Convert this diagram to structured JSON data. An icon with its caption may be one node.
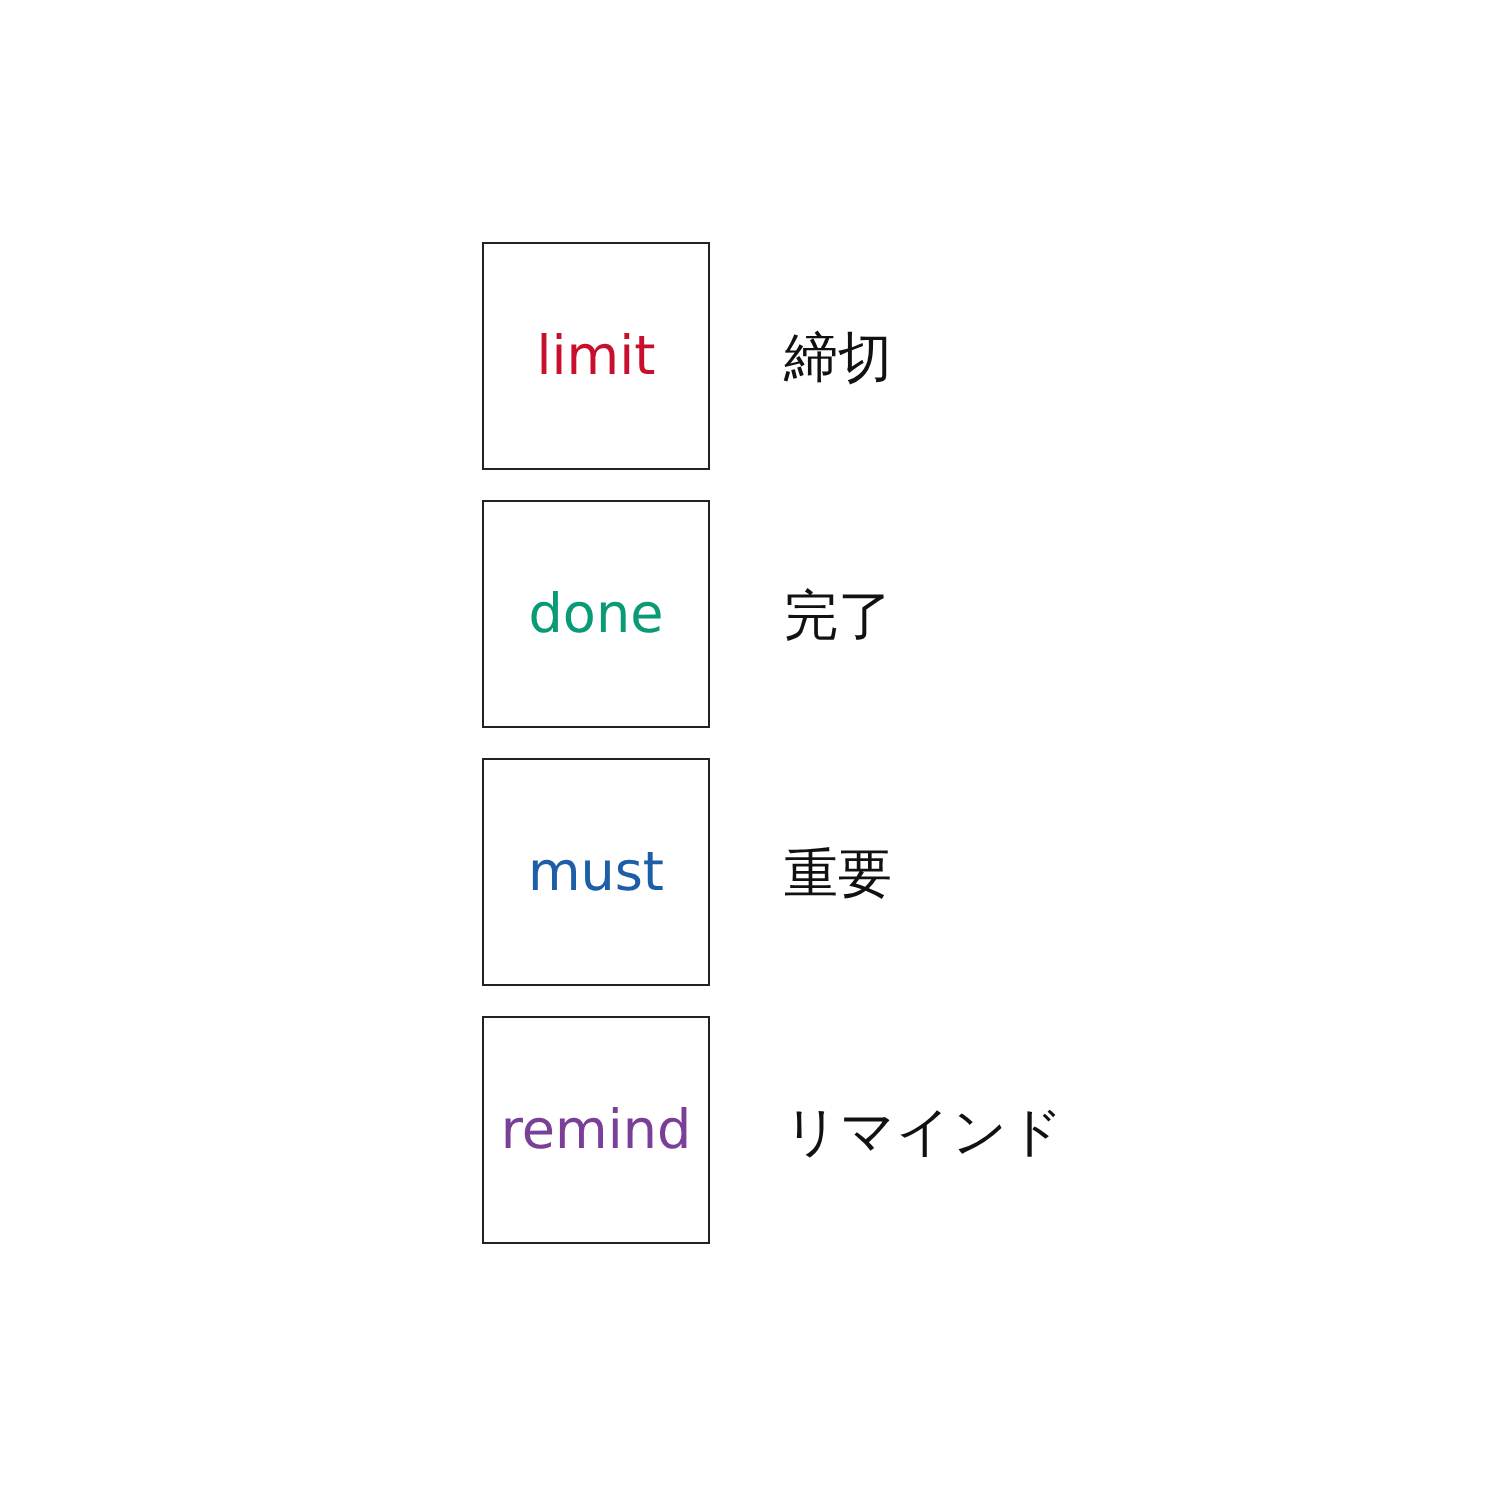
{
  "diagram": {
    "nodes": [
      {
        "text": [
          "limit"
        ],
        "beside": [
          "締切"
        ]
      },
      {
        "text": [
          "done"
        ],
        "beside": [
          "完了"
        ]
      },
      {
        "text": [
          "must"
        ],
        "beside": [
          "重要"
        ]
      },
      {
        "text": [
          "remind"
        ],
        "beside": [
          "リマインド"
        ]
      }
    ]
  }
}
